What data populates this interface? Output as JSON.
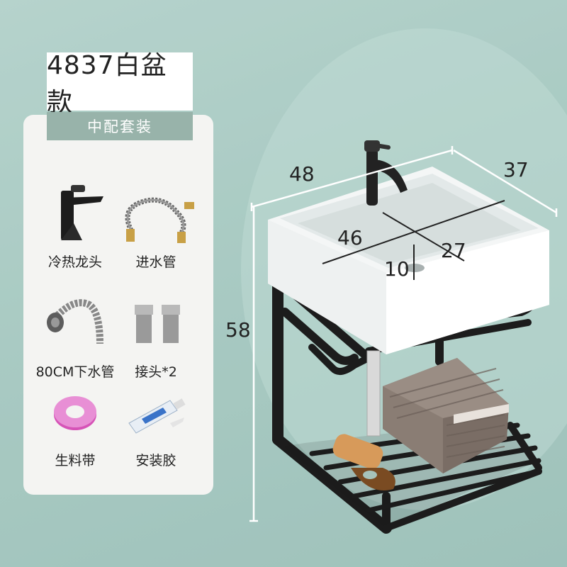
{
  "product": {
    "title": "4837白盆款",
    "package": "中配套装"
  },
  "accessories": [
    {
      "icon": "faucet-icon",
      "label": "冷热龙头"
    },
    {
      "icon": "inlet-hose-icon",
      "label": "进水管"
    },
    {
      "icon": "drain-pipe-icon",
      "label": "80CM下水管"
    },
    {
      "icon": "connector-icon",
      "label": "接头*2"
    },
    {
      "icon": "sealing-tape-icon",
      "label": "生料带"
    },
    {
      "icon": "glue-tube-icon",
      "label": "安装胶"
    }
  ],
  "dimensions": {
    "width": "48",
    "depth": "37",
    "height": "58",
    "inner_width": "46",
    "inner_depth": "27",
    "inner_height": "10"
  },
  "colors": {
    "wall": "#a9cbc3",
    "header": "#98b3aa",
    "frame": "#1c1c1c"
  }
}
